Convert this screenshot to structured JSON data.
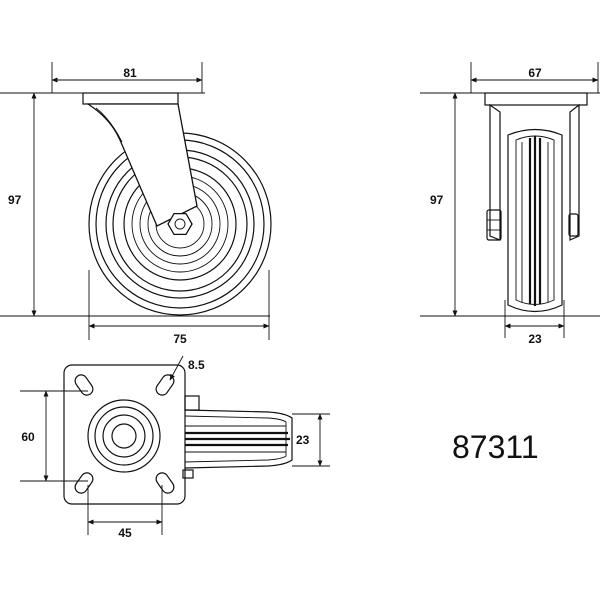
{
  "drawing": {
    "part_number": "87311",
    "front_view": {
      "plate_width": "81",
      "height": "97",
      "wheel_diameter": "75"
    },
    "side_view": {
      "plate_width": "67",
      "height": "97",
      "wheel_width": "23"
    },
    "top_view": {
      "hole_size": "8.5",
      "hole_spacing_vertical": "60",
      "wheel_width": "23",
      "hole_spacing_horizontal": "45"
    }
  }
}
